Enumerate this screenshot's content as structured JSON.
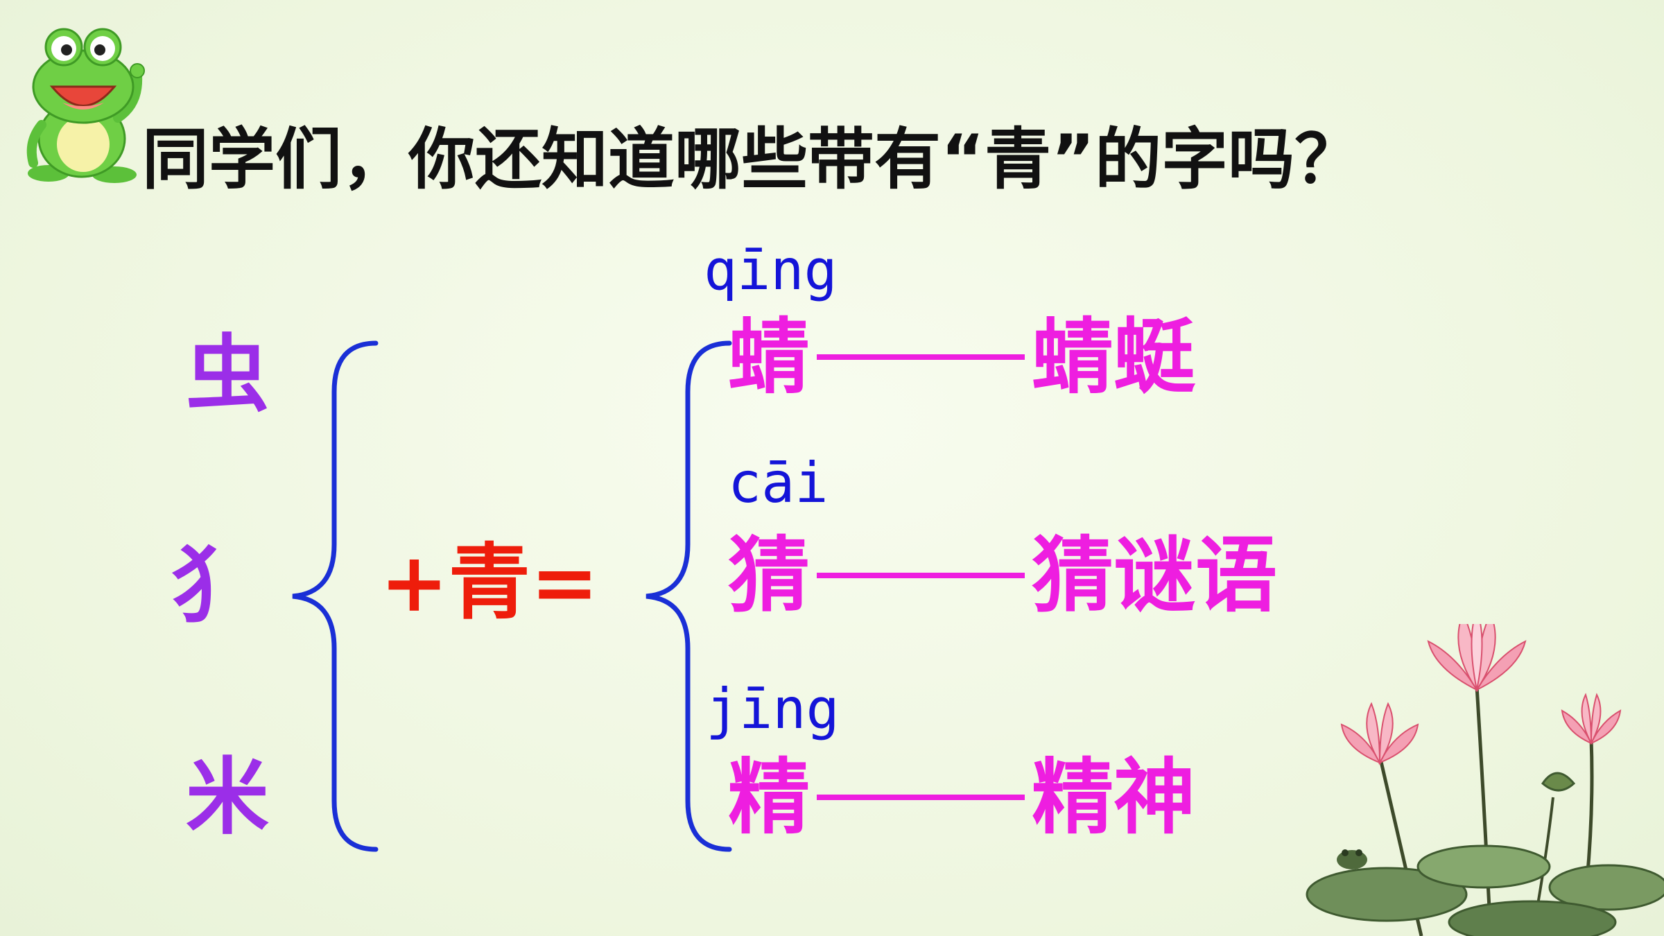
{
  "slide": {
    "title": "同学们，你还知道哪些带有“青”的字吗？",
    "radicals": [
      "虫",
      "犭",
      "米"
    ],
    "equation": "+青=",
    "results": [
      {
        "pinyin": "qīng",
        "char": "蜻",
        "word": "蜻蜓"
      },
      {
        "pinyin": "cāi",
        "char": "猜",
        "word": "猜谜语"
      },
      {
        "pinyin": "jīng",
        "char": "精",
        "word": "精神"
      }
    ]
  },
  "colors": {
    "title": "#111111",
    "radical": "#9b2ee8",
    "brace": "#1a2fd6",
    "equation": "#ee1d0b",
    "pinyin": "#1414d8",
    "result": "#ee1ee0",
    "background": "#f2f8e6"
  },
  "icons": {
    "mascot": "cartoon-frog-pointing-icon",
    "decoration": "lotus-flowers-illustration"
  }
}
